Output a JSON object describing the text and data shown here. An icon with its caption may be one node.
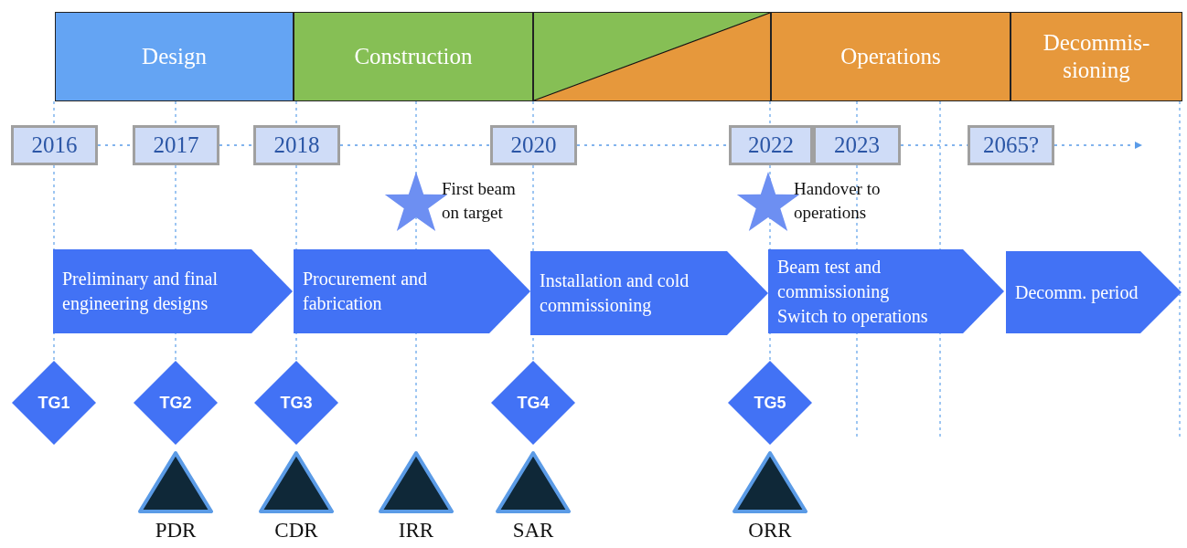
{
  "diagram": {
    "nodes": [
      {
        "text": [
          "Design"
        ]
      },
      {
        "text": [
          "Construction"
        ]
      },
      {
        "text": [],
        "shape": "box"
      },
      {
        "text": [
          "Operations"
        ]
      },
      {
        "text": [
          "Decommis- sioning"
        ]
      },
      {
        "text": [
          "2016"
        ]
      },
      {
        "text": [
          "2017"
        ]
      },
      {
        "text": [
          "2018"
        ]
      },
      {
        "text": [
          "2020"
        ]
      },
      {
        "text": [
          "2022"
        ]
      },
      {
        "text": [
          "2023"
        ]
      },
      {
        "text": [
          "2065?"
        ]
      },
      {
        "text": [],
        "shape": "star",
        "beside": [
          "First beam on target"
        ]
      },
      {
        "text": [],
        "shape": "star",
        "beside": [
          "Handover to operations"
        ]
      },
      {
        "text": [
          "Preliminary and final engineering designs"
        ]
      },
      {
        "text": [
          "Procurement and fabrication"
        ]
      },
      {
        "text": [
          "Installation and cold commissioning"
        ]
      },
      {
        "text": [
          "Beam test and commissioning",
          "Switch to operations"
        ]
      },
      {
        "text": [
          "Decomm. period"
        ]
      },
      {
        "text": [
          "TG1"
        ]
      },
      {
        "text": [
          "TG2"
        ]
      },
      {
        "text": [
          "TG3"
        ]
      },
      {
        "text": [
          "TG4"
        ]
      },
      {
        "text": [
          "TG5"
        ]
      },
      {
        "text": [],
        "shape": "triangle",
        "beside": [
          "PDR"
        ]
      },
      {
        "text": [],
        "shape": "triangle",
        "beside": [
          "CDR"
        ]
      },
      {
        "text": [],
        "shape": "triangle",
        "beside": [
          "IRR"
        ]
      },
      {
        "text": [],
        "shape": "triangle",
        "beside": [
          "SAR"
        ]
      },
      {
        "text": [],
        "shape": "triangle",
        "beside": [
          "ORR"
        ]
      }
    ],
    "edges": [
      {
        "from": 5,
        "to": 6,
        "arrow": "none",
        "style": "dashed"
      },
      {
        "from": 6,
        "to": 7,
        "arrow": "none",
        "style": "dashed"
      },
      {
        "from": 7,
        "to": 8,
        "arrow": "none",
        "style": "dashed"
      },
      {
        "from": 8,
        "to": 9,
        "arrow": "none",
        "style": "dashed"
      },
      {
        "from": 10,
        "to": 11,
        "arrow": "none",
        "style": "dashed"
      },
      {
        "from": 11,
        "to": null,
        "arrow": "to",
        "style": "dashed"
      }
    ]
  }
}
